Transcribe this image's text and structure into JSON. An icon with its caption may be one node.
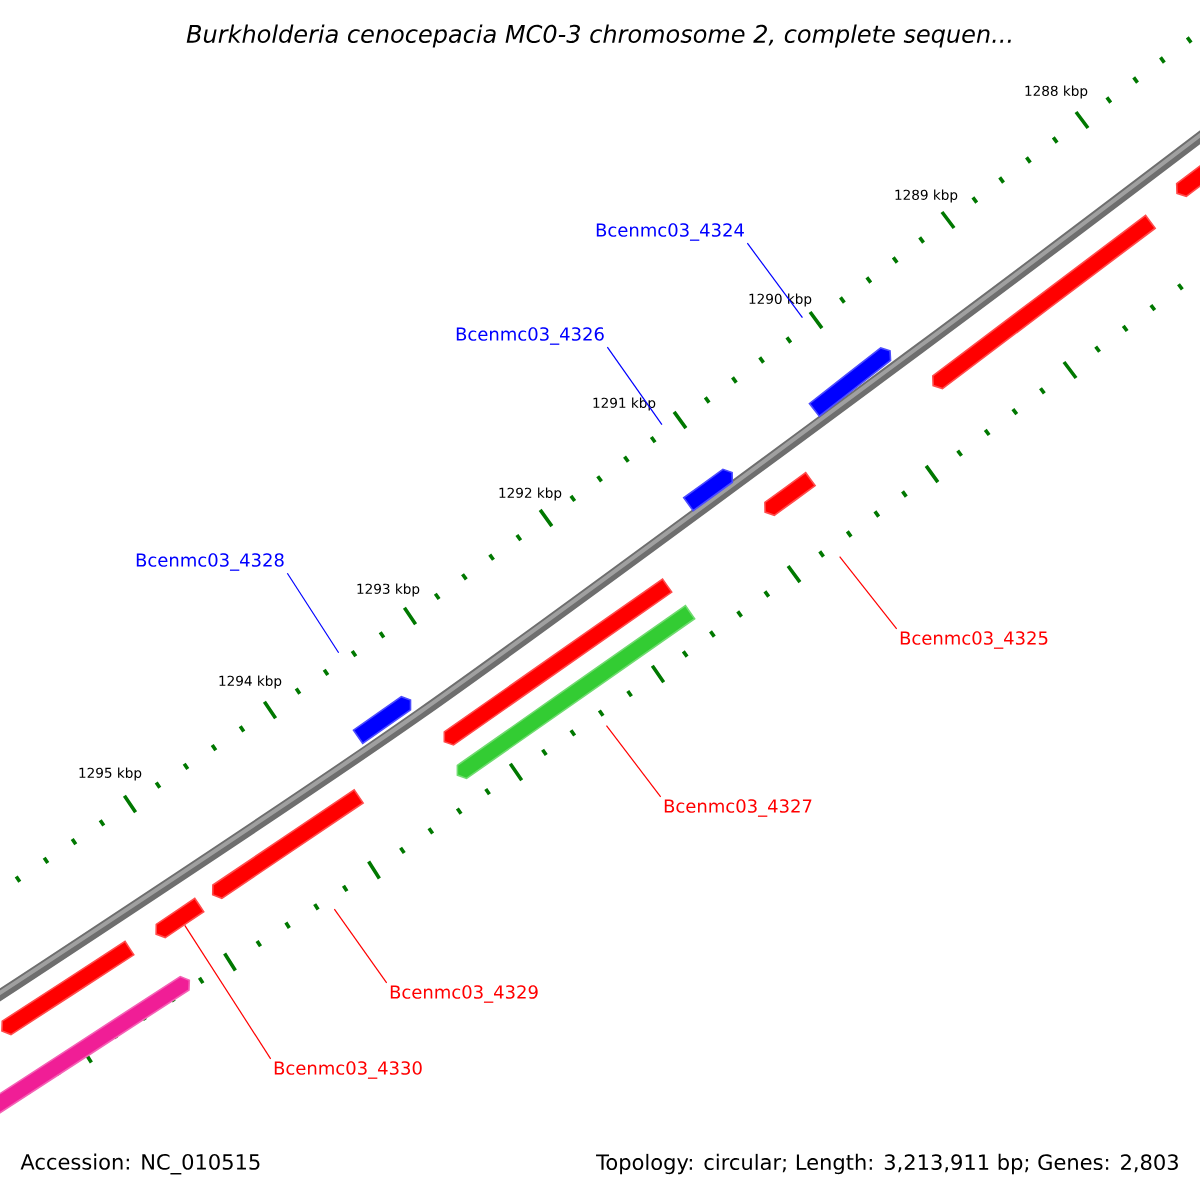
{
  "diagram": {
    "title": "*Burkholderia cenocepacia* MC0-3 chromosome 2, complete sequen...",
    "nodes": [
      {
        "text": [
          "Bcenmc03_4324"
        ]
      },
      {
        "text": [
          "Bcenmc03_4326"
        ]
      },
      {
        "text": [
          "Bcenmc03_4328"
        ]
      },
      {
        "text": [
          "Bcenmc03_4325"
        ]
      },
      {
        "text": [
          "Bcenmc03_4327"
        ]
      },
      {
        "text": [
          "Bcenmc03_4329"
        ]
      },
      {
        "text": [
          "Bcenmc03_4330"
        ]
      },
      {
        "text": [],
        "shape": "bar"
      },
      {
        "text": [],
        "shape": "bar"
      },
      {
        "text": [],
        "shape": "bar"
      },
      {
        "text": [],
        "shape": "bar"
      },
      {
        "text": [],
        "shape": "bar"
      },
      {
        "text": [],
        "shape": "bar"
      },
      {
        "text": [],
        "shape": "bar"
      },
      {
        "text": [],
        "shape": "bar"
      },
      {
        "text": [],
        "shape": "bar"
      },
      {
        "text": [],
        "shape": "bar"
      },
      {
        "text": [],
        "shape": "bar"
      },
      {
        "text": [],
        "shape": "bar"
      }
    ],
    "edges": [
      {
        "from": 0,
        "to": 9,
        "arrow": "none",
        "color": "#0000ff"
      },
      {
        "from": 1,
        "to": 10,
        "arrow": "none",
        "color": "#0000ff"
      },
      {
        "from": 2,
        "to": 14,
        "arrow": "none",
        "color": "#0000ff"
      },
      {
        "from": 3,
        "to": 11,
        "arrow": "none"
      },
      {
        "from": 4,
        "to": 12,
        "arrow": "none"
      },
      {
        "from": 5,
        "to": 15,
        "arrow": "none"
      },
      {
        "from": 6,
        "to": 16,
        "arrow": "none"
      }
    ],
    "labels": [
      "1288 kbp",
      "1289 kbp",
      "1290 kbp",
      "1291 kbp",
      "1292 kbp",
      "1293 kbp",
      "1294 kbp",
      "1295 kbp",
      "Accession: NC_010515",
      "Topology: circular; Length: 3,213,911 bp; Genes: 2,803"
    ]
  }
}
